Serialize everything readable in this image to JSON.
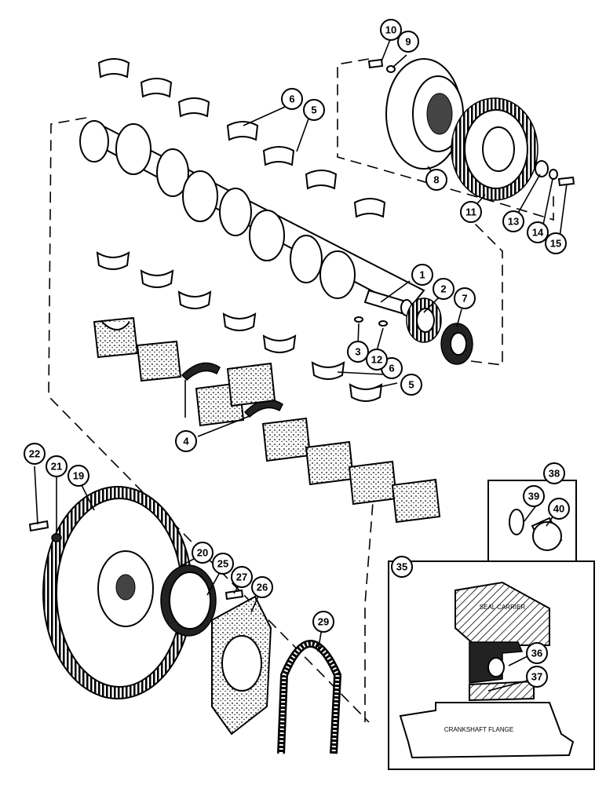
{
  "callouts": [
    {
      "id": "c1",
      "label": "1"
    },
    {
      "id": "c2",
      "label": "2"
    },
    {
      "id": "c3",
      "label": "3"
    },
    {
      "id": "c4",
      "label": "4"
    },
    {
      "id": "c5a",
      "label": "5"
    },
    {
      "id": "c5b",
      "label": "5"
    },
    {
      "id": "c6a",
      "label": "6"
    },
    {
      "id": "c6b",
      "label": "6"
    },
    {
      "id": "c7",
      "label": "7"
    },
    {
      "id": "c8",
      "label": "8"
    },
    {
      "id": "c9",
      "label": "9"
    },
    {
      "id": "c10",
      "label": "10"
    },
    {
      "id": "c11",
      "label": "11"
    },
    {
      "id": "c12",
      "label": "12"
    },
    {
      "id": "c13",
      "label": "13"
    },
    {
      "id": "c14",
      "label": "14"
    },
    {
      "id": "c15",
      "label": "15"
    },
    {
      "id": "c19",
      "label": "19"
    },
    {
      "id": "c20",
      "label": "20"
    },
    {
      "id": "c21",
      "label": "21"
    },
    {
      "id": "c22",
      "label": "22"
    },
    {
      "id": "c25",
      "label": "25"
    },
    {
      "id": "c26",
      "label": "26"
    },
    {
      "id": "c27",
      "label": "27"
    },
    {
      "id": "c29",
      "label": "29"
    },
    {
      "id": "c35",
      "label": "35"
    },
    {
      "id": "c36",
      "label": "36"
    },
    {
      "id": "c37",
      "label": "37"
    },
    {
      "id": "c38",
      "label": "38"
    },
    {
      "id": "c39",
      "label": "39"
    },
    {
      "id": "c40",
      "label": "40"
    }
  ],
  "inset": {
    "seal_carrier_label": "SEAL CARRIER",
    "crankshaft_flange_label": "CRANKSHAFT FLANGE"
  }
}
